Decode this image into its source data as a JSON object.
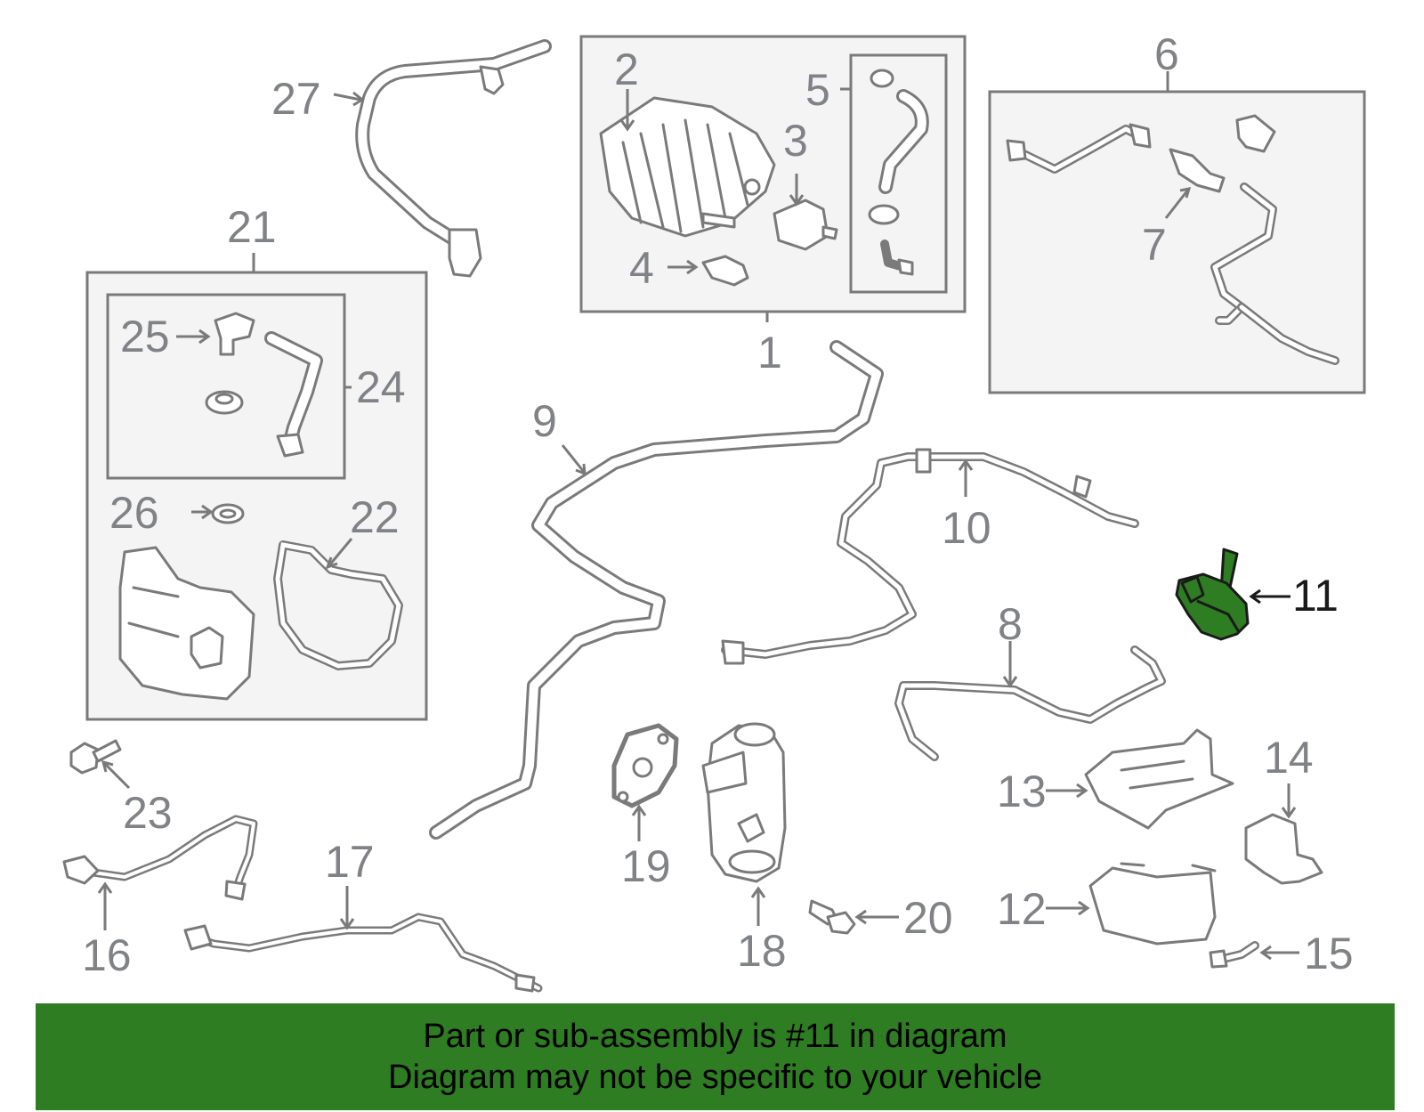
{
  "diagram": {
    "highlight_color": "#2e7d22",
    "highlighted_part": "11",
    "callouts": {
      "c1": "1",
      "c2": "2",
      "c3": "3",
      "c4": "4",
      "c5": "5",
      "c6": "6",
      "c7": "7",
      "c8": "8",
      "c9": "9",
      "c10": "10",
      "c11": "11",
      "c12": "12",
      "c13": "13",
      "c14": "14",
      "c15": "15",
      "c16": "16",
      "c17": "17",
      "c18": "18",
      "c19": "19",
      "c20": "20",
      "c21": "21",
      "c22": "22",
      "c23": "23",
      "c24": "24",
      "c25": "25",
      "c26": "26",
      "c27": "27"
    }
  },
  "banner": {
    "line1": "Part or sub-assembly is #11 in diagram",
    "line2": "Diagram may not be specific to your vehicle",
    "background_color": "#2e7d22"
  }
}
